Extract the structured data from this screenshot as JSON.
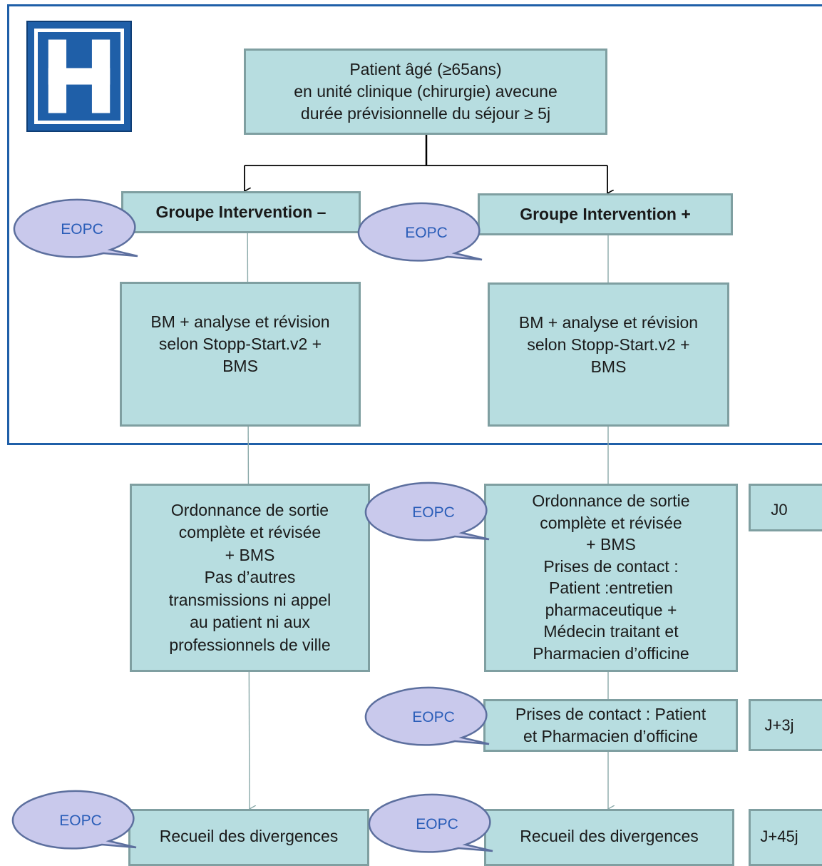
{
  "top_box": {
    "text": "Patient âgé (≥65ans)\nen unité clinique (chirurgie) avecune\ndurée prévisionnelle du séjour ≥ 5j"
  },
  "groups": {
    "left_title": "Groupe Intervention –",
    "right_title": "Groupe Intervention +"
  },
  "review": {
    "left": "BM + analyse et révision\nselon Stopp-Start.v2 +\nBMS",
    "right": "BM + analyse et révision\nselon Stopp-Start.v2 +\nBMS"
  },
  "discharge": {
    "left": "Ordonnance de sortie\ncomplète et révisée\n+ BMS\nPas d’autres\ntransmissions ni appel\nau patient ni aux\nprofessionnels de ville",
    "right": "Ordonnance de sortie\ncomplète et révisée\n+ BMS\nPrises de contact :\nPatient :entretien\npharmaceutique +\nMédecin traitant et\nPharmacien d’officine"
  },
  "followup": {
    "right": "Prises de contact : Patient\net Pharmacien d’officine"
  },
  "divergence": {
    "left": "Recueil des divergences",
    "right": "Recueil des divergences"
  },
  "timeline": {
    "j0": "J0",
    "j3": "J+3j",
    "j45": "J+45j"
  },
  "bubbles": {
    "label": "EOPC"
  },
  "colors": {
    "box_fill": "#b7dde0",
    "box_border": "#7f9fa1",
    "bubble_fill": "#c9c9ec",
    "bubble_border": "#5c6f9e",
    "bubble_text": "#2a5db8",
    "frame": "#1f5fa8"
  },
  "icons": {
    "hospital": "hospital-h-sign-icon"
  }
}
